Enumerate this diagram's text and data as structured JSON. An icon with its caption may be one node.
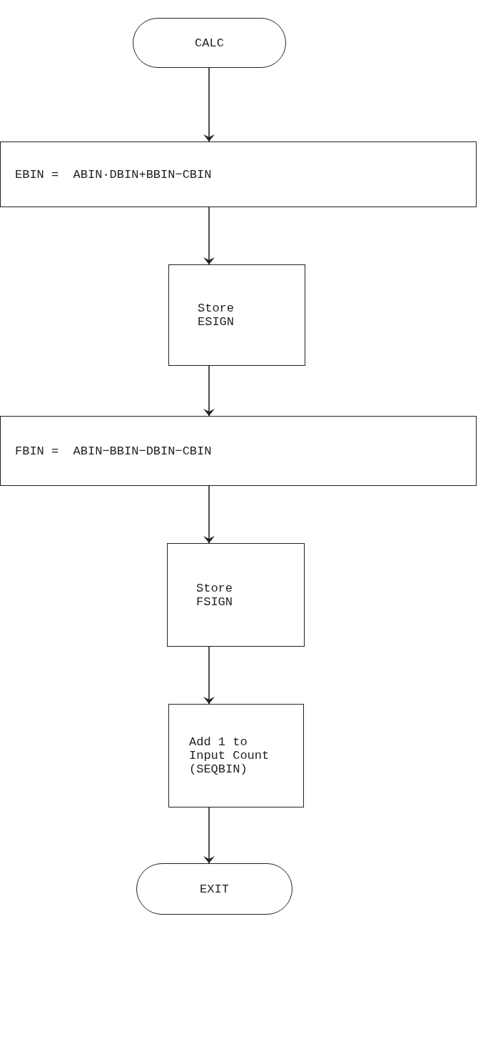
{
  "diagram": {
    "nodes": [
      {
        "text": [
          "CALC"
        ]
      },
      {
        "text": [
          "EBIN =  ABIN·DBIN+BBIN−CBIN"
        ]
      },
      {
        "text": [
          "Store ESIGN"
        ]
      },
      {
        "text": [
          "FBIN =  ABIN−BBIN−DBIN−CBIN"
        ]
      },
      {
        "text": [
          "Store FSIGN"
        ]
      },
      {
        "text": [
          "Add 1 to Input Count (SEQBIN)"
        ]
      },
      {
        "text": [
          "EXIT"
        ]
      }
    ],
    "edges": [
      {
        "from": 0,
        "to": 1,
        "arrow": "to"
      },
      {
        "from": 1,
        "to": 2,
        "arrow": "to"
      },
      {
        "from": 2,
        "to": 3,
        "arrow": "to"
      },
      {
        "from": 3,
        "to": 4,
        "arrow": "to"
      },
      {
        "from": 4,
        "to": 5,
        "arrow": "to"
      },
      {
        "from": 5,
        "to": 6,
        "arrow": "to"
      }
    ]
  }
}
